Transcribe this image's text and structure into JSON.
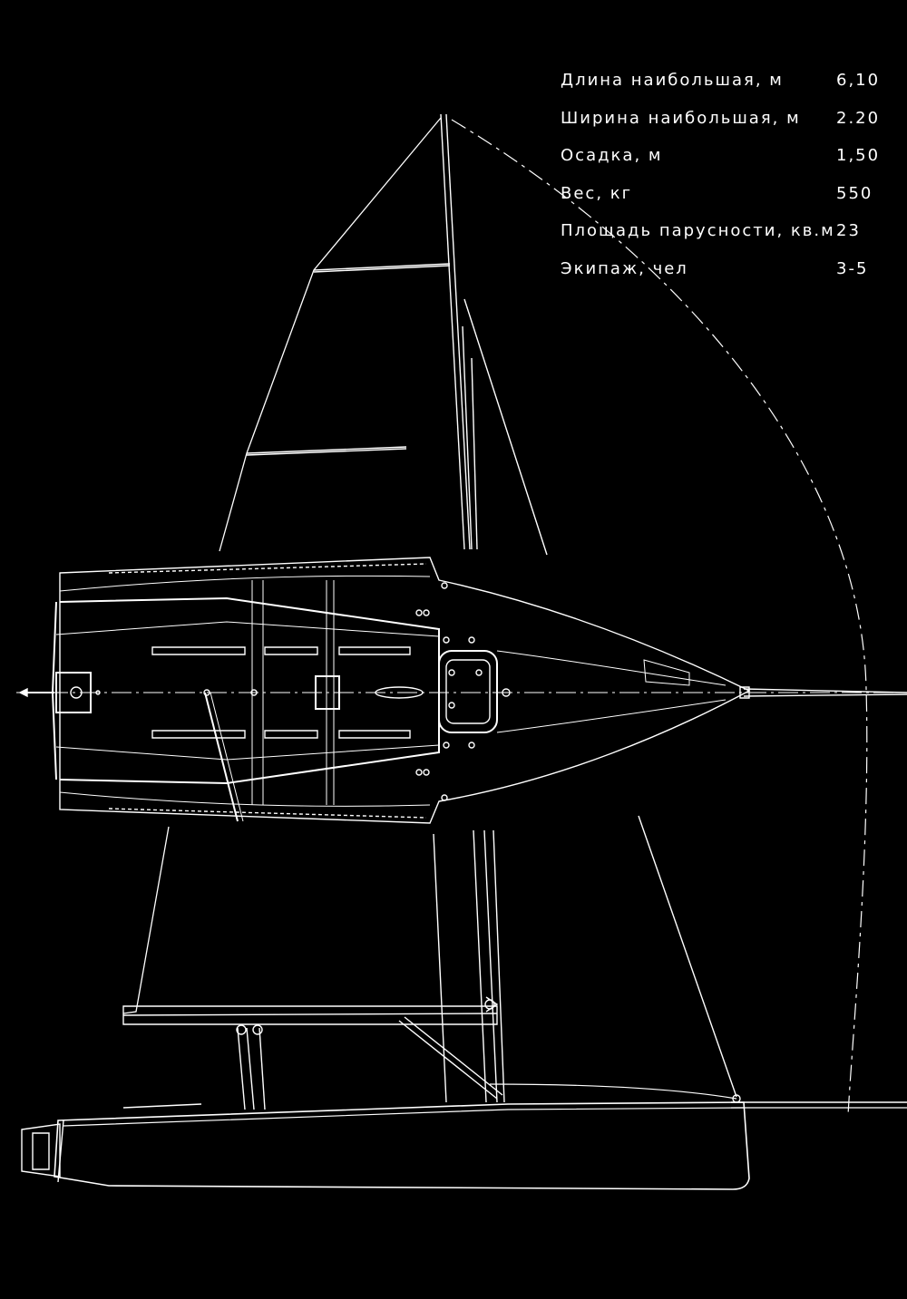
{
  "specs": [
    {
      "label": "Длина наибольшая, м",
      "value": "6,10"
    },
    {
      "label": "Ширина наибольшая, м",
      "value": "2.20"
    },
    {
      "label": "Осадка, м",
      "value": "1,50"
    },
    {
      "label": "Вес, кг",
      "value": "550"
    },
    {
      "label": "Площадь парусности, кв.м",
      "value": "23"
    },
    {
      "label": "Экипаж, чел",
      "value": "3-5"
    }
  ],
  "colors": {
    "background": "#000000",
    "line": "#ffffff"
  }
}
